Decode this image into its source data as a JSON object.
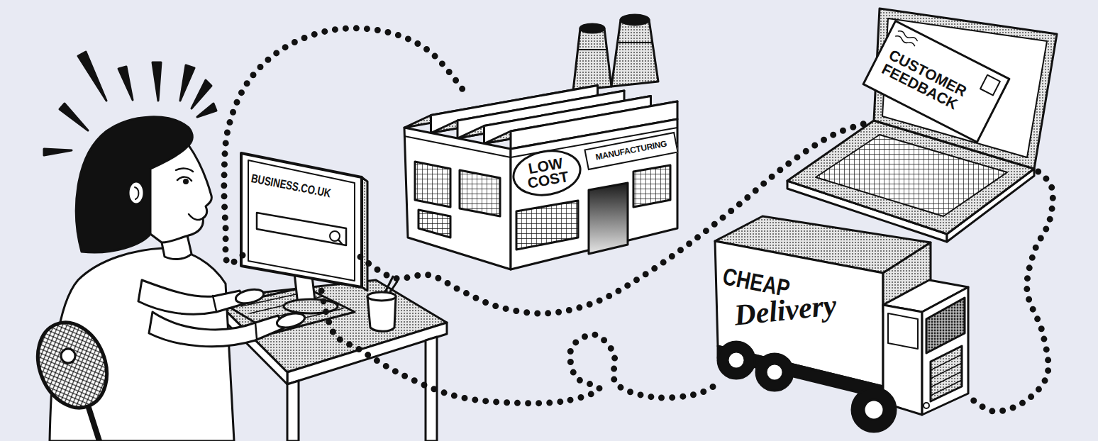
{
  "diagram": {
    "nodes": [
      {
        "text": [
          "BUSINESS.CO.UK"
        ]
      },
      {
        "text": [
          "LOW COST",
          "MANUFACTURING"
        ]
      },
      {
        "text": [
          "CUSTOMER FEEDBACK"
        ]
      },
      {
        "text": [
          "CHEAP",
          "Delivery"
        ]
      }
    ],
    "edges": [
      {
        "from": 0,
        "to": 1,
        "arrow": "none"
      },
      {
        "from": 0,
        "to": 2,
        "arrow": "none"
      },
      {
        "from": 2,
        "to": 3,
        "arrow": "none"
      },
      {
        "from": 3,
        "to": 0,
        "arrow": "none"
      }
    ]
  }
}
